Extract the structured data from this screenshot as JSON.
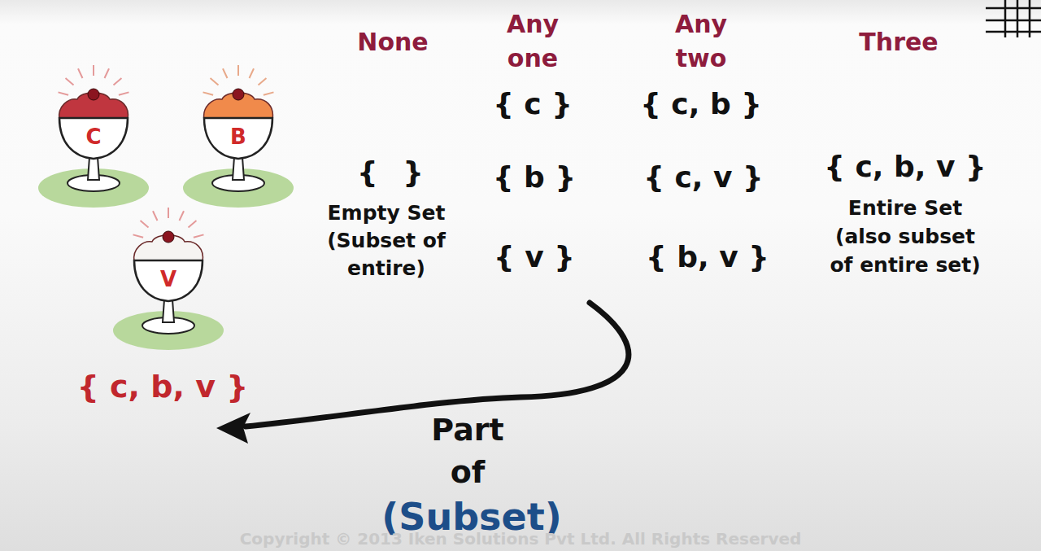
{
  "diagram": {
    "nodes": [
      {
        "text": [
          "C"
        ]
      },
      {
        "text": [
          "B"
        ]
      },
      {
        "text": [
          "V"
        ]
      }
    ],
    "labels": [
      "None",
      "Any one",
      "Any two",
      "Three",
      "{ c }",
      "{ c, b }",
      "{ }",
      "Empty Set (Subset of entire)",
      "{ b }",
      "{ c, v }",
      "{ c, b, v }",
      "Entire Set (also subset of entire set)",
      "{ v }",
      "{ b, v }",
      "{ c, b, v }",
      "Part of",
      "(Subset)",
      "Copyright © 2013 Iken Solutions Pvt Ltd. All Rights Reserved"
    ]
  }
}
